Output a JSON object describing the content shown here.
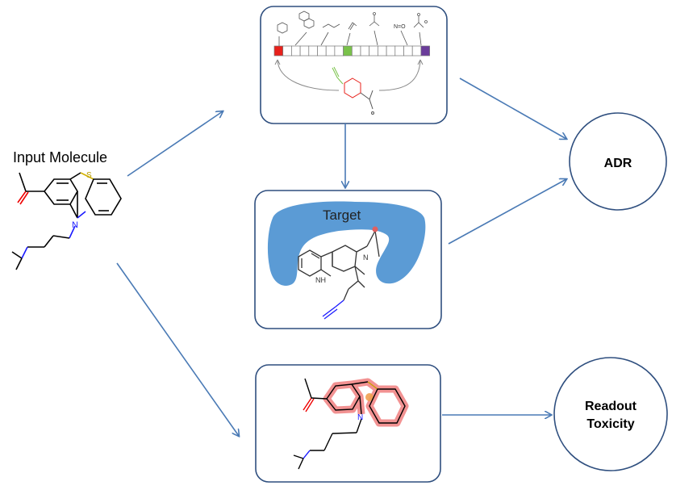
{
  "input_label": "Input Molecule",
  "target_label": "Target",
  "adr_label": "ADR",
  "readout_line1": "Readout",
  "readout_line2": "Toxicity",
  "atom_S": "S",
  "atom_N": "N",
  "atom_NH": "NH",
  "fingerprint_group_labels": [
    "N=O"
  ],
  "colors": {
    "box_stroke": "#2f4f7f",
    "arrow": "#4a7ab5",
    "target_blob": "#5b9bd5",
    "bit_red": "#e8211b",
    "bit_green": "#7ac24a",
    "bit_purple": "#6a3c9a",
    "highlight": "#f08080"
  }
}
